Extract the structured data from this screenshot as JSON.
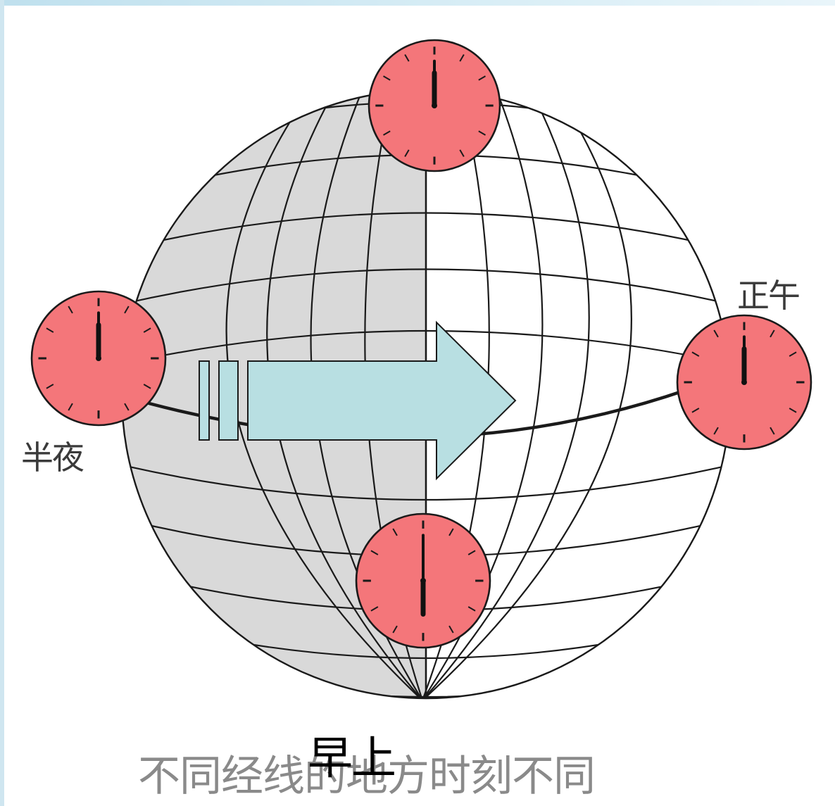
{
  "labels": {
    "noon": "正午",
    "midnight": "半夜",
    "morning": "早上",
    "caption": "不同经线的地方时刻不同"
  },
  "colors": {
    "clock_face": "#f4767a",
    "night_side": "#d9d9d9",
    "day_side": "#ffffff",
    "arrow_fill": "#b8dfe2",
    "grid_line": "#1a1a1a"
  },
  "clocks": [
    {
      "id": "north",
      "time": "00:00"
    },
    {
      "id": "midnight",
      "time": "00:00"
    },
    {
      "id": "noon",
      "time": "12:00"
    },
    {
      "id": "bottom",
      "time": "06:00"
    }
  ]
}
